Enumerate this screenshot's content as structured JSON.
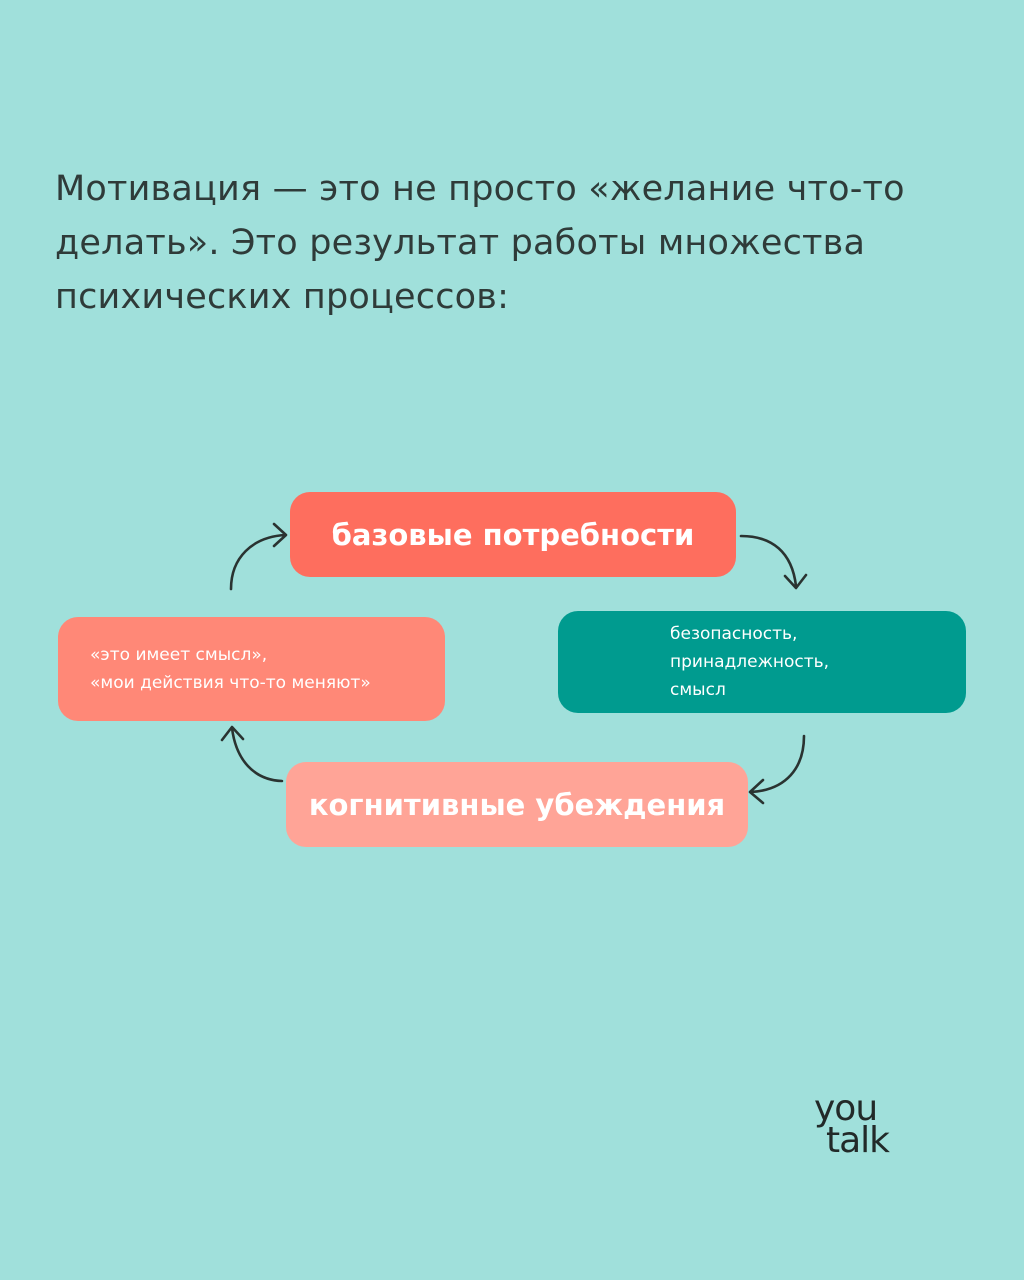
{
  "intro": {
    "lines": [
      "Мотивация — это не просто «желание что-то",
      "делать». Это результат работы множества",
      "психических процессов:"
    ]
  },
  "cycle": {
    "top": "базовые потребности",
    "right": [
      "безопасность,",
      "принадлежность,",
      "смысл"
    ],
    "bottom": "когнитивные убеждения",
    "left": [
      "«это имеет смысл»,",
      "«мои действия что-то меняют»"
    ]
  },
  "logo": {
    "line1": "you",
    "line2": "talk"
  },
  "colors": {
    "background": "#a0e0db",
    "top_box": "#fe6e5e",
    "right_box": "#009b8f",
    "left_box": "#ff8877",
    "bottom_box": "#ffa497",
    "text_dark": "#2f3b39"
  }
}
